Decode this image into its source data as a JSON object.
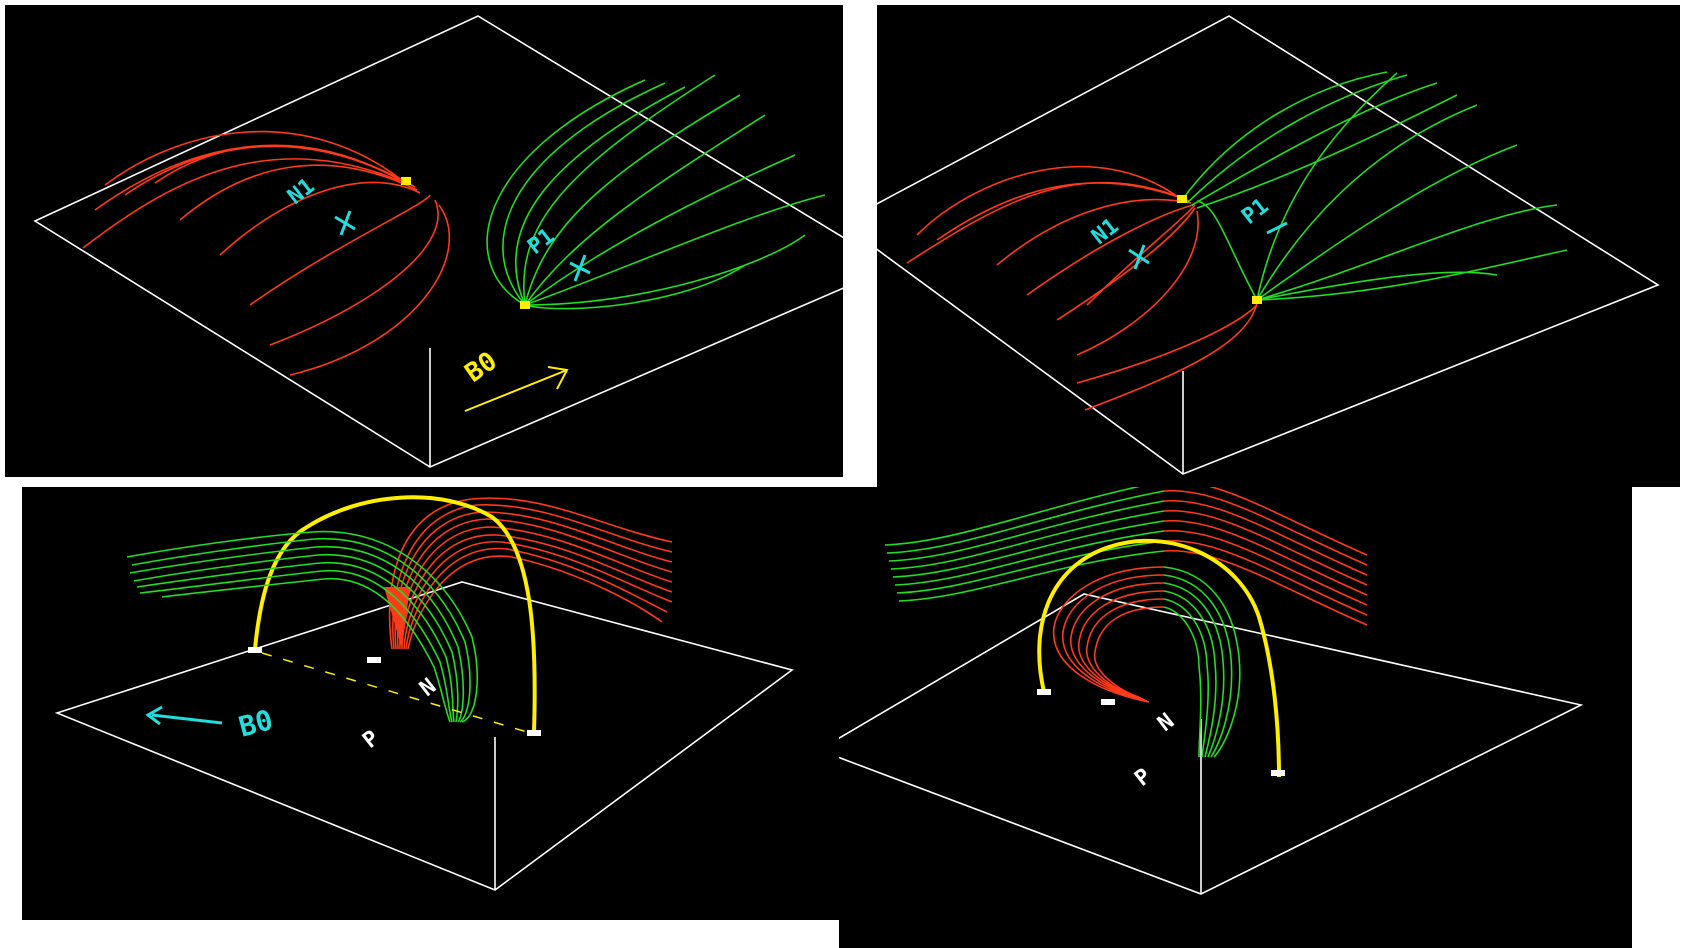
{
  "colors": {
    "background": "#000000",
    "frame": "#ffffff",
    "field_red": "#ff3a1a",
    "field_green": "#22dd22",
    "arch_yellow": "#ffee00",
    "label_cyan": "#22dddd",
    "label_white": "#ffffff"
  },
  "panels": [
    {
      "labels": {
        "n1": "N1",
        "p1": "P1",
        "b0": "B0"
      }
    },
    {
      "labels": {
        "n1": "N1",
        "p1": "P1"
      }
    },
    {
      "labels": {
        "b0": "B0",
        "p": "P",
        "n": "N"
      }
    },
    {
      "labels": {
        "p": "P",
        "n": "N"
      }
    }
  ]
}
